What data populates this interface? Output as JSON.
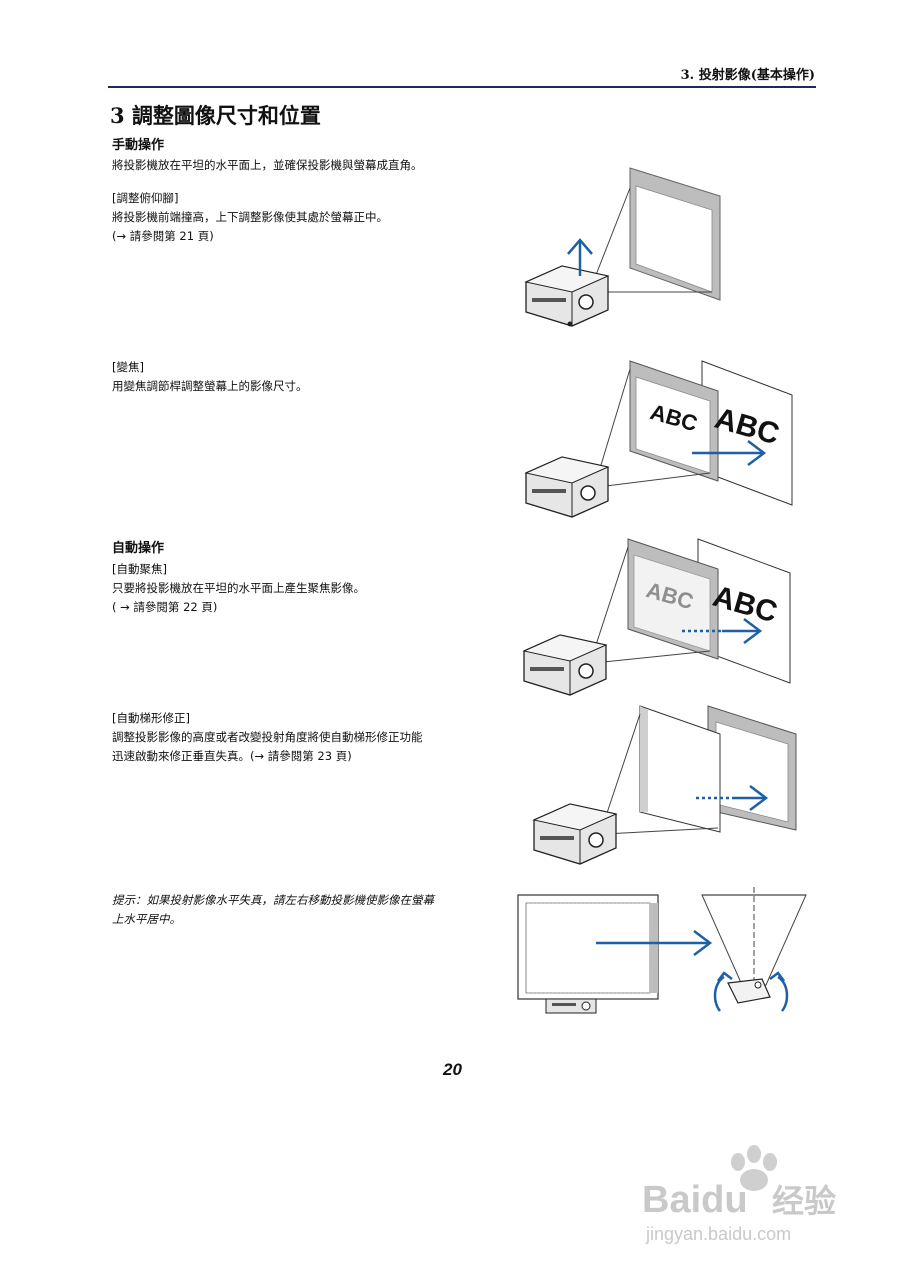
{
  "header": {
    "chapter": "3. 投射影像(基本操作)"
  },
  "section": {
    "title": "3 調整圖像尺寸和位置"
  },
  "manual": {
    "heading": "手動操作",
    "intro": "將投影機放在平坦的水平面上，並確保投影機與螢幕成直角。",
    "tilt": {
      "label": "[調整俯仰腳]",
      "text": "將投影機前端撞高，上下調整影像使其處於螢幕正中。",
      "ref": "(→ 請參閱第 21 頁)"
    },
    "zoom": {
      "label": "[變焦]",
      "text": "用變焦調節桿調整螢幕上的影像尺寸。"
    }
  },
  "auto": {
    "heading": "自動操作",
    "focus": {
      "label": "[自動聚焦]",
      "text": "只要將投影機放在平坦的水平面上產生聚焦影像。",
      "ref": "( → 請參閱第 22 頁)"
    },
    "keystone": {
      "label": "[自動梯形修正]",
      "text1": "調整投影影像的高度或者改變投射角度將使自動梯形修正功能",
      "text2": "迅速啟動來修正垂直失真。(→ 請參閱第 23 頁)"
    }
  },
  "hint": {
    "line1": "提示：如果投射影像水平失真，請左右移動投影機使影像在螢幕",
    "line2": "上水平居中。"
  },
  "figures": {
    "abc": "ABC",
    "accent_color": "#1f5fa8"
  },
  "page": {
    "number": "20"
  },
  "watermark": {
    "brand": "Baidu",
    "product": "经验",
    "url": "jingyan.baidu.com"
  }
}
